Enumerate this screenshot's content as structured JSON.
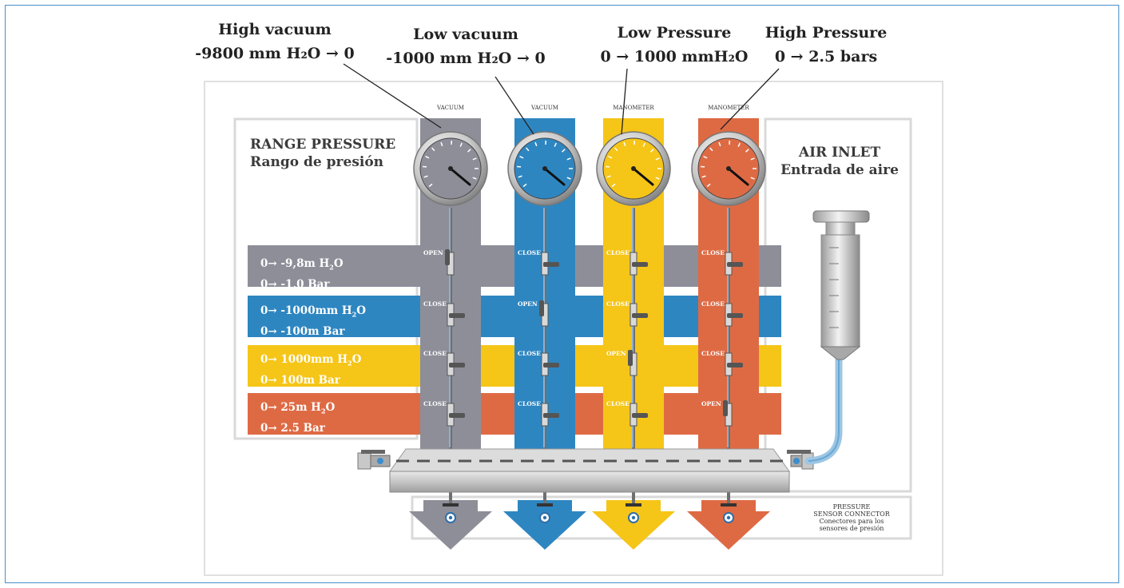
{
  "headers": [
    {
      "line1": "High vacuum",
      "line2": "-9800 mm H₂O → 0"
    },
    {
      "line1": "Low vacuum",
      "line2": "-1000 mm H₂O → 0"
    },
    {
      "line1": "Low Pressure",
      "line2": "0 → 1000 mmH₂O"
    },
    {
      "line1": "High Pressure",
      "line2": "0 → 2.5 bars"
    }
  ],
  "range_panel": {
    "title": "RANGE PRESSURE",
    "subtitle": "Rango de presión"
  },
  "air_panel": {
    "title": "AIR INLET",
    "subtitle": "Entrada de aire"
  },
  "connector": {
    "line1": "PRESSURE",
    "line2": "SENSOR CONNECTOR",
    "line3": "Conectores para los",
    "line4": "sensores de presión"
  },
  "colors": {
    "gray": "#8e8e99",
    "blue": "#2e86c1",
    "yellow": "#f5c518",
    "orange": "#de6a44"
  },
  "columns": [
    {
      "label": "VACUUM",
      "color": "gray",
      "valves": [
        "OPEN",
        "CLOSE",
        "CLOSE",
        "CLOSE"
      ]
    },
    {
      "label": "VACUUM",
      "color": "blue",
      "valves": [
        "CLOSE",
        "OPEN",
        "CLOSE",
        "CLOSE"
      ]
    },
    {
      "label": "MANOMETER",
      "color": "yellow",
      "valves": [
        "CLOSE",
        "CLOSE",
        "OPEN",
        "CLOSE"
      ]
    },
    {
      "label": "MANOMETER",
      "color": "orange",
      "valves": [
        "CLOSE",
        "CLOSE",
        "CLOSE",
        "OPEN"
      ]
    }
  ],
  "bands": [
    {
      "color": "gray",
      "line1": "0→ -9,8m H",
      "line1_sub": "2",
      "line1_end": "O",
      "line2": "0→ -1,0 Bar"
    },
    {
      "color": "blue",
      "line1": "0→ -1000mm H",
      "line1_sub": "2",
      "line1_end": "O",
      "line2": "0→ -100m Bar"
    },
    {
      "color": "yellow",
      "line1": "0→ 1000mm H",
      "line1_sub": "2",
      "line1_end": "O",
      "line2": "0→ 100m Bar"
    },
    {
      "color": "orange",
      "line1": "0→ 25m H",
      "line1_sub": "2",
      "line1_end": "O",
      "line2": "0→ 2.5 Bar"
    }
  ]
}
